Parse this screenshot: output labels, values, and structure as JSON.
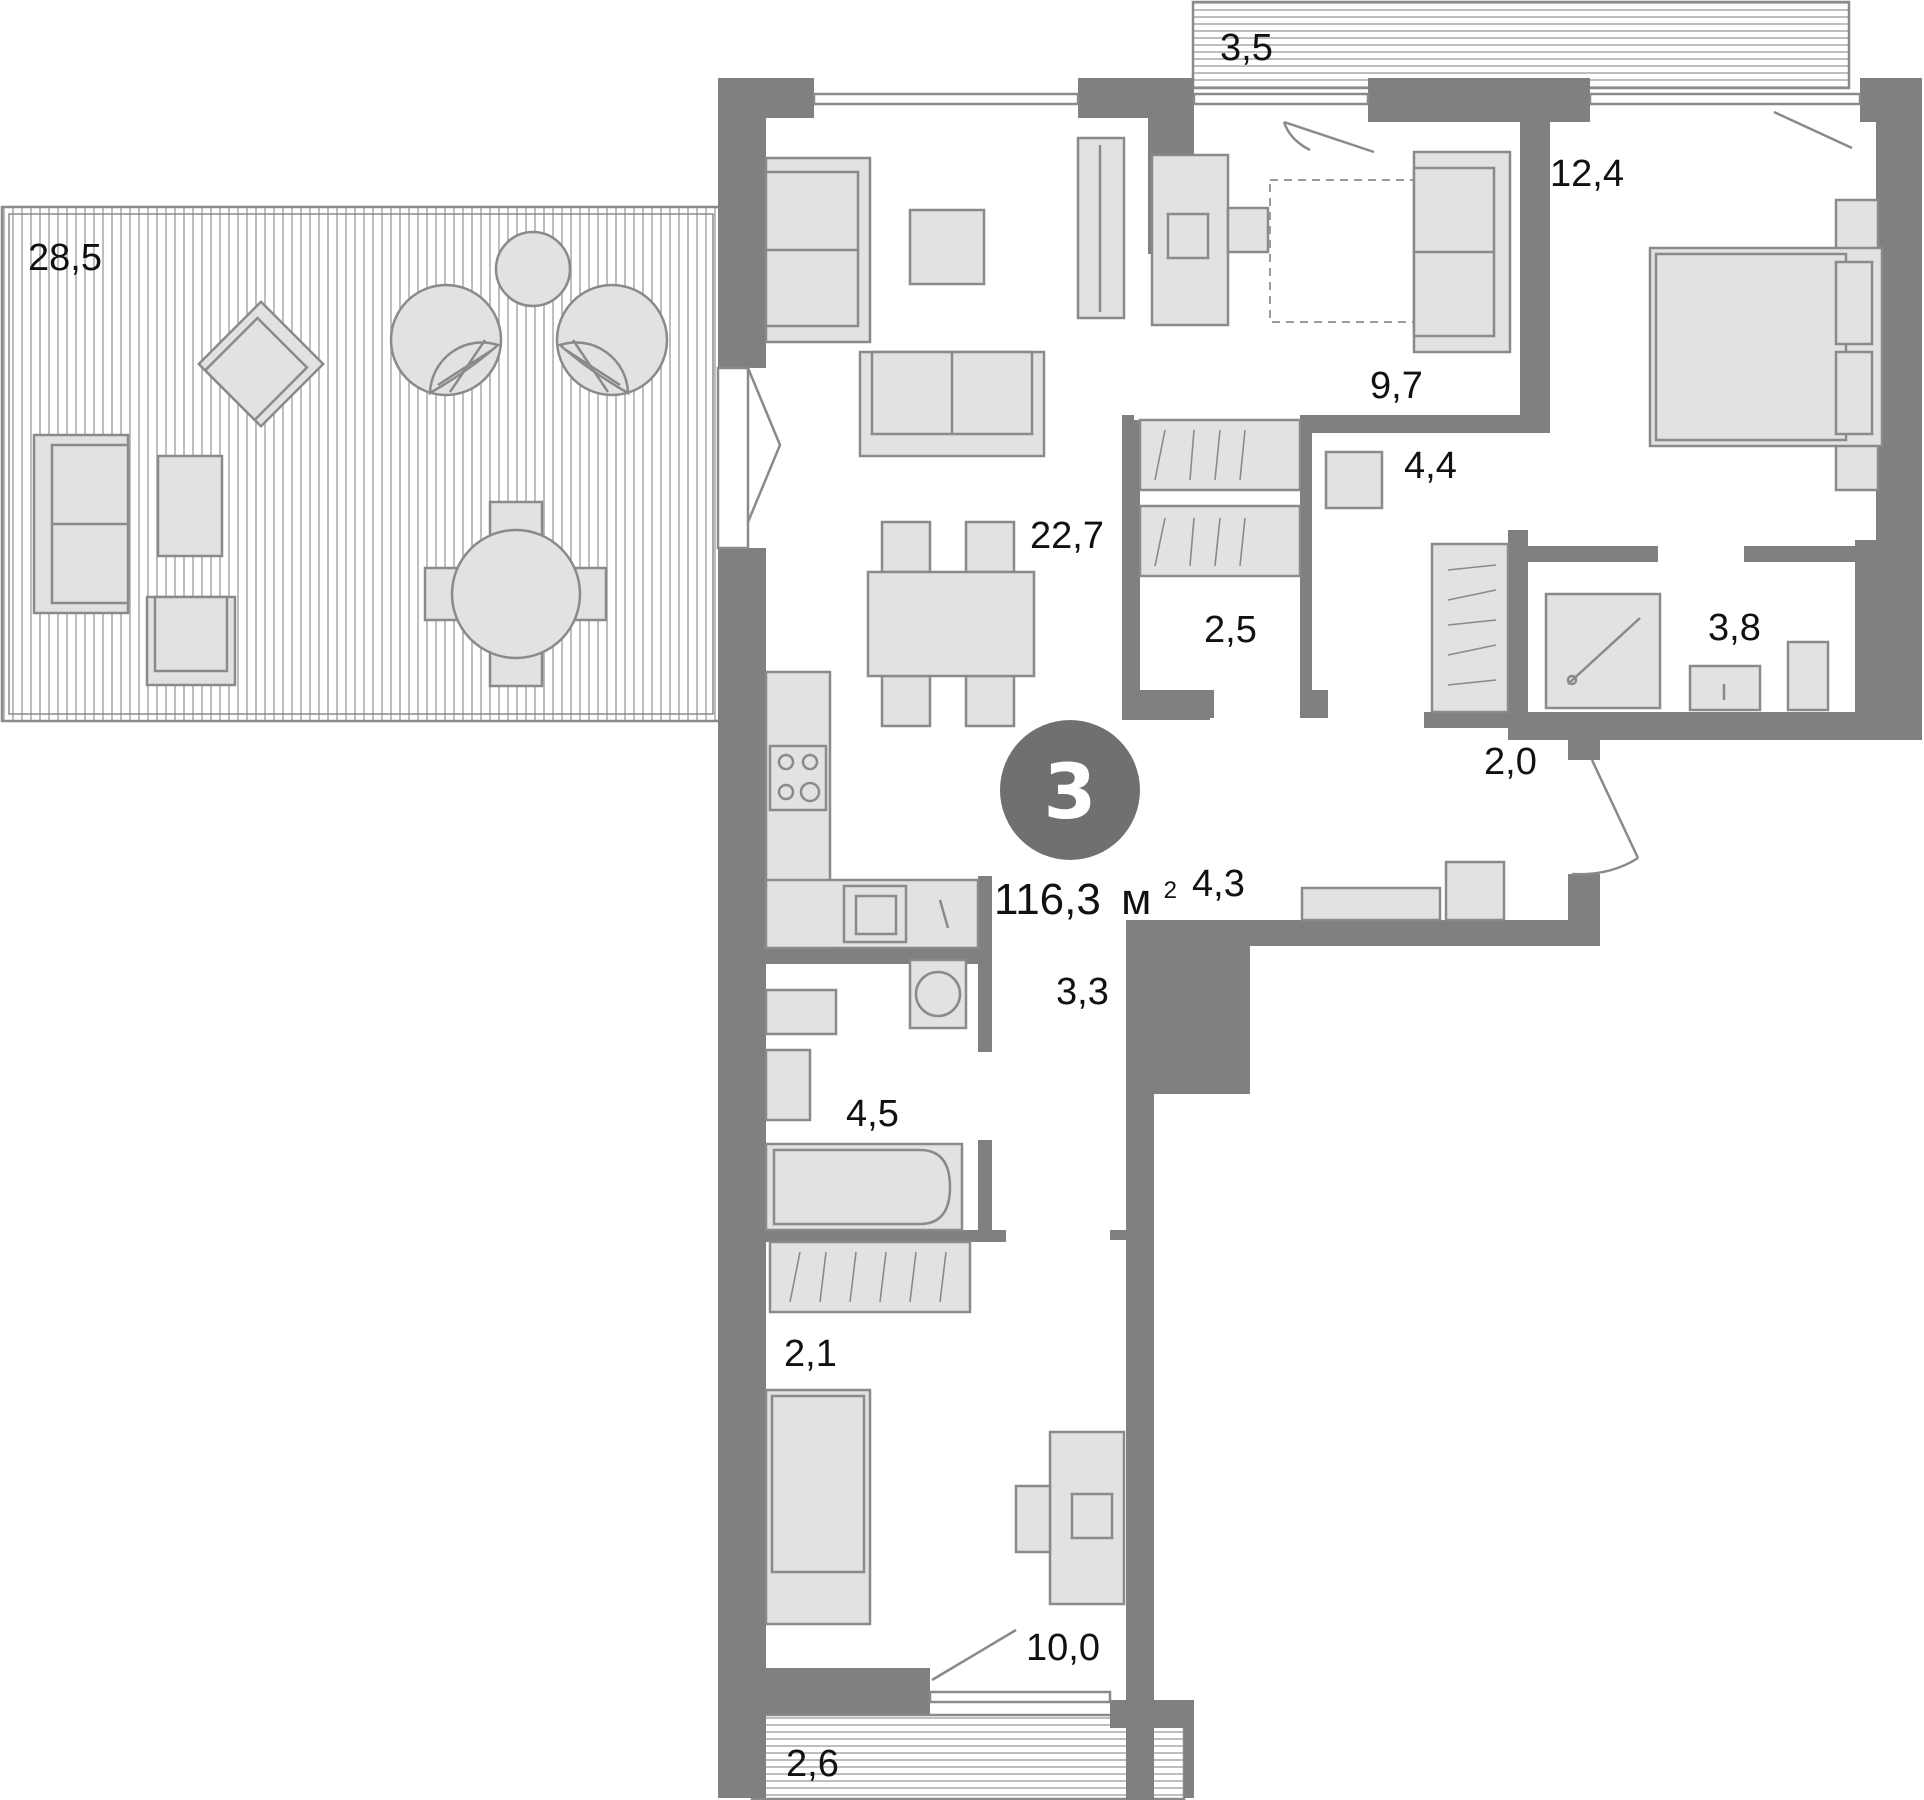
{
  "plan": {
    "rooms_count": "3",
    "total_area": "116,3",
    "total_unit": "м",
    "total_unit_sup": "2",
    "room_areas": {
      "terrace": "28,5",
      "balcony_top": "3,5",
      "bedroom_master": "12,4",
      "study": "9,7",
      "living_kitchen": "22,7",
      "pantry": "4,4",
      "closet_walkin": "2,5",
      "bathroom_ensuite": "3,8",
      "closet_small": "2,0",
      "hall": "4,3",
      "corridor": "3,3",
      "bathroom": "4,5",
      "wardrobe": "2,1",
      "bedroom": "10,0",
      "balcony_bottom": "2,6"
    }
  },
  "colors": {
    "wall": "#808080",
    "furniture_fill": "#e2e2e2",
    "furniture_stroke": "#8a8a8a",
    "badge": "#707070"
  }
}
